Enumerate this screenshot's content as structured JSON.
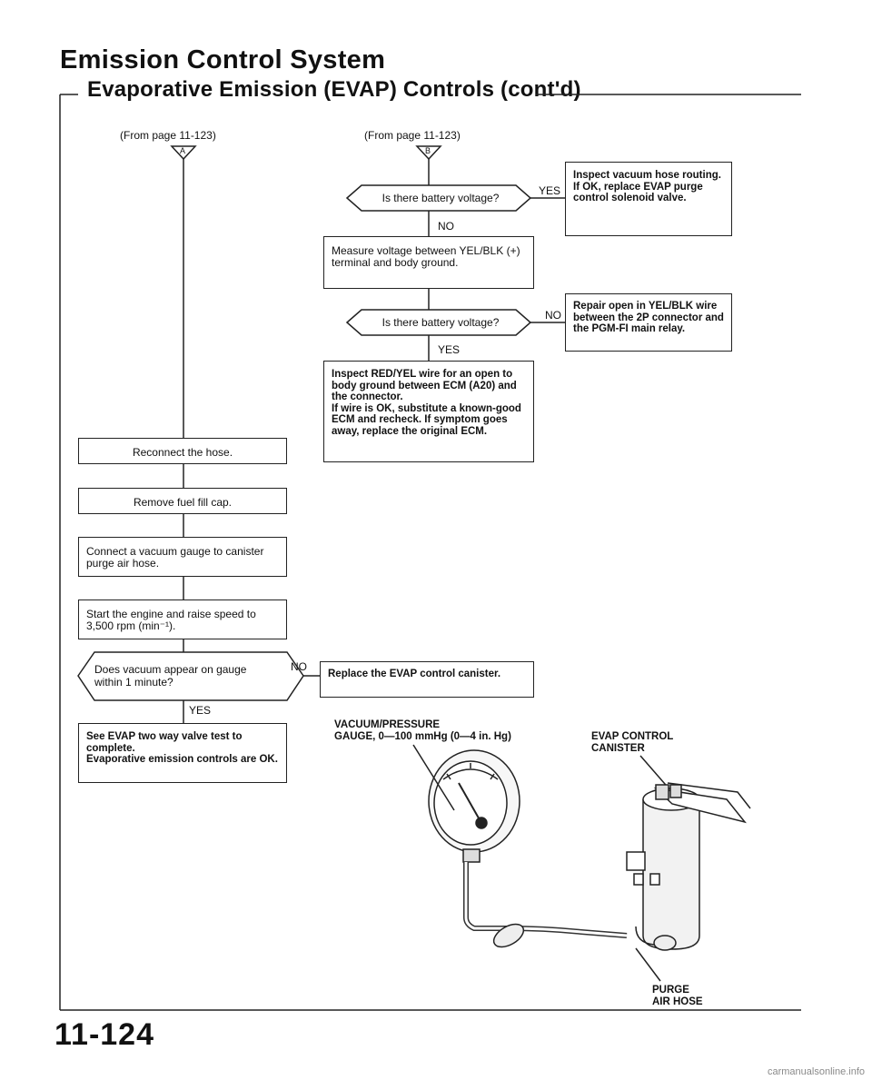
{
  "header": {
    "title": "Emission Control System",
    "subtitle": "Evaporative Emission (EVAP) Controls (cont'd)"
  },
  "left_flow": {
    "from_label": "(From page 11-123)",
    "connector": "A",
    "steps": {
      "reconnect": "Reconnect the hose.",
      "remove_cap": "Remove fuel fill cap.",
      "connect_gauge": "Connect a vacuum gauge to canister purge air hose.",
      "start_engine": "Start the engine and raise speed to 3,500 rpm (min⁻¹).",
      "question": "Does vacuum appear on gauge within 1 minute?",
      "yes_label": "YES",
      "no_label": "NO",
      "result_ok": "See EVAP two way valve test to complete.\nEvaporative emission controls are OK."
    }
  },
  "right_flow": {
    "from_label": "(From page 11-123)",
    "connector": "B",
    "q1": "Is there battery voltage?",
    "q1_yes": "YES",
    "q1_no": "NO",
    "inspect_hose": "Inspect vacuum hose routing.\nIf OK, replace EVAP purge control solenoid valve.",
    "measure": "Measure voltage between YEL/BLK (+) terminal and body ground.",
    "q2": "Is there battery voltage?",
    "q2_no": "NO",
    "q2_yes": "YES",
    "repair": "Repair open in YEL/BLK wire between the 2P connector and the PGM-FI main relay.",
    "inspect_wire": "Inspect RED/YEL wire for an open to body ground between ECM (A20) and the connector.\nIf wire is OK, substitute a known-good ECM and recheck. If symptom goes away, replace the original ECM.",
    "replace_canister": "Replace the EVAP control canister."
  },
  "illustration": {
    "gauge_caption_line1": "VACUUM/PRESSURE",
    "gauge_caption_line2": "GAUGE, 0—100 mmHg (0—4 in. Hg)",
    "canister_caption_line1": "EVAP CONTROL",
    "canister_caption_line2": "CANISTER",
    "hose_caption_line1": "PURGE",
    "hose_caption_line2": "AIR HOSE"
  },
  "page_number": "11-124",
  "footer": "carmanualsonline.info"
}
